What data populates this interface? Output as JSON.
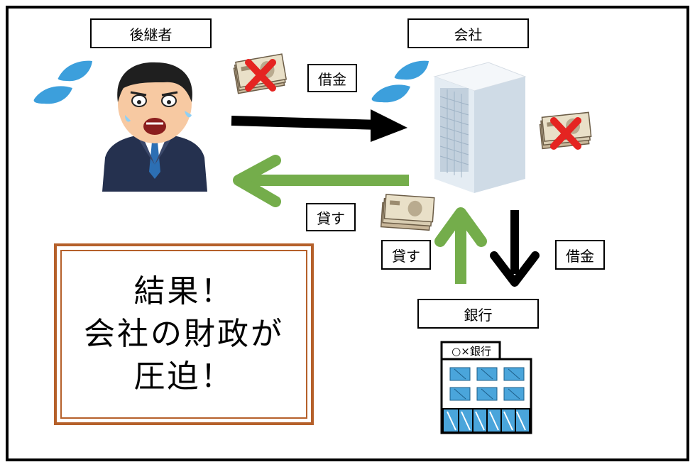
{
  "labels": {
    "successor": "後継者",
    "company": "会社",
    "bank": "銀行",
    "loan_top": "借金",
    "lend_left": "貸す",
    "lend_bottom": "貸す",
    "loan_right": "借金"
  },
  "bank_sign": "○×銀行",
  "result": {
    "line1": "結果！",
    "line2": "会社の財政が",
    "line3": "圧迫！"
  },
  "colors": {
    "green_arrow": "#74ad4b",
    "black_arrow": "#000000",
    "result_border": "#b5602a",
    "sweat_drop": "#3c9fdc",
    "x_mark": "#e52421",
    "bank_window": "#4aa5db"
  },
  "icons": [
    "sweat-drop-icon",
    "money-bill-icon",
    "x-mark-icon",
    "building-icon",
    "bank-icon",
    "businessman-icon"
  ]
}
